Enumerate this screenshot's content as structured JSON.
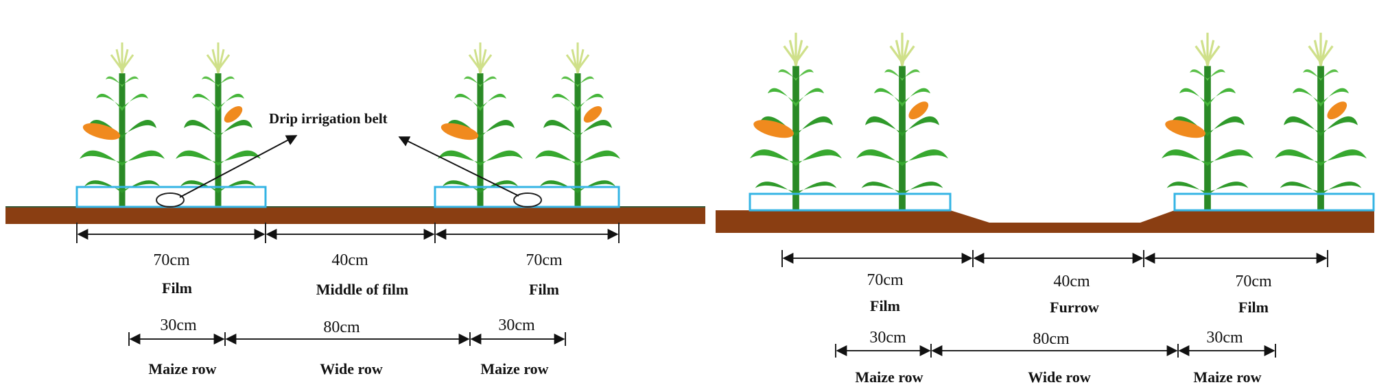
{
  "panels": [
    {
      "id": "flat",
      "callout": "Drip irrigation belt",
      "dims_top": [
        {
          "value": "70cm",
          "label": "Film"
        },
        {
          "value": "40cm",
          "label": "Middle of film"
        },
        {
          "value": "70cm",
          "label": "Film"
        }
      ],
      "dims_bottom": [
        {
          "value": "30cm",
          "label": "Maize row"
        },
        {
          "value": "80cm",
          "label": "Wide row"
        },
        {
          "value": "30cm",
          "label": "Maize row"
        }
      ]
    },
    {
      "id": "furrow",
      "dims_top": [
        {
          "value": "70cm",
          "label": "Film"
        },
        {
          "value": "40cm",
          "label": "Furrow"
        },
        {
          "value": "70cm",
          "label": "Film"
        }
      ],
      "dims_bottom": [
        {
          "value": "30cm",
          "label": "Maize row"
        },
        {
          "value": "80cm",
          "label": "Wide row"
        },
        {
          "value": "30cm",
          "label": "Maize row"
        }
      ]
    }
  ],
  "colors": {
    "soil": "#8a3e12",
    "film": "#34b4e4",
    "leaf": "#2f9a2a",
    "stalk": "#2a8a26",
    "tassel": "#cfe08a",
    "cob": "#f08a1e"
  }
}
